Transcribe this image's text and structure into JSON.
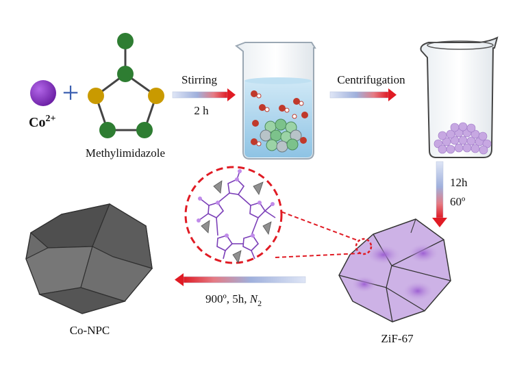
{
  "labels": {
    "co_ion": "Co",
    "co_charge": "2+",
    "plus": "+",
    "ligand": "Methylimidazole",
    "step1_top": "Stirring",
    "step1_bottom": "2 h",
    "step2": "Centrifugation",
    "step3_top": "12h",
    "step3_bottom": "60º",
    "step4_main": "900º, 5h, ",
    "step4_gas": "N",
    "step4_gas_sub": "2",
    "product_zif": "ZiF-67",
    "product_final": "Co-NPC"
  },
  "colors": {
    "cobalt": "#8a2bc4",
    "carbon_node": "#2e7d32",
    "nitrogen_node": "#c99a00",
    "arrow_red": "#e01b24",
    "arrow_blue": "#c9d4ee",
    "zif_fill": "#c6a6e0",
    "npc_fill": "#6b6b6b",
    "zoom_circle": "#e01b24"
  }
}
